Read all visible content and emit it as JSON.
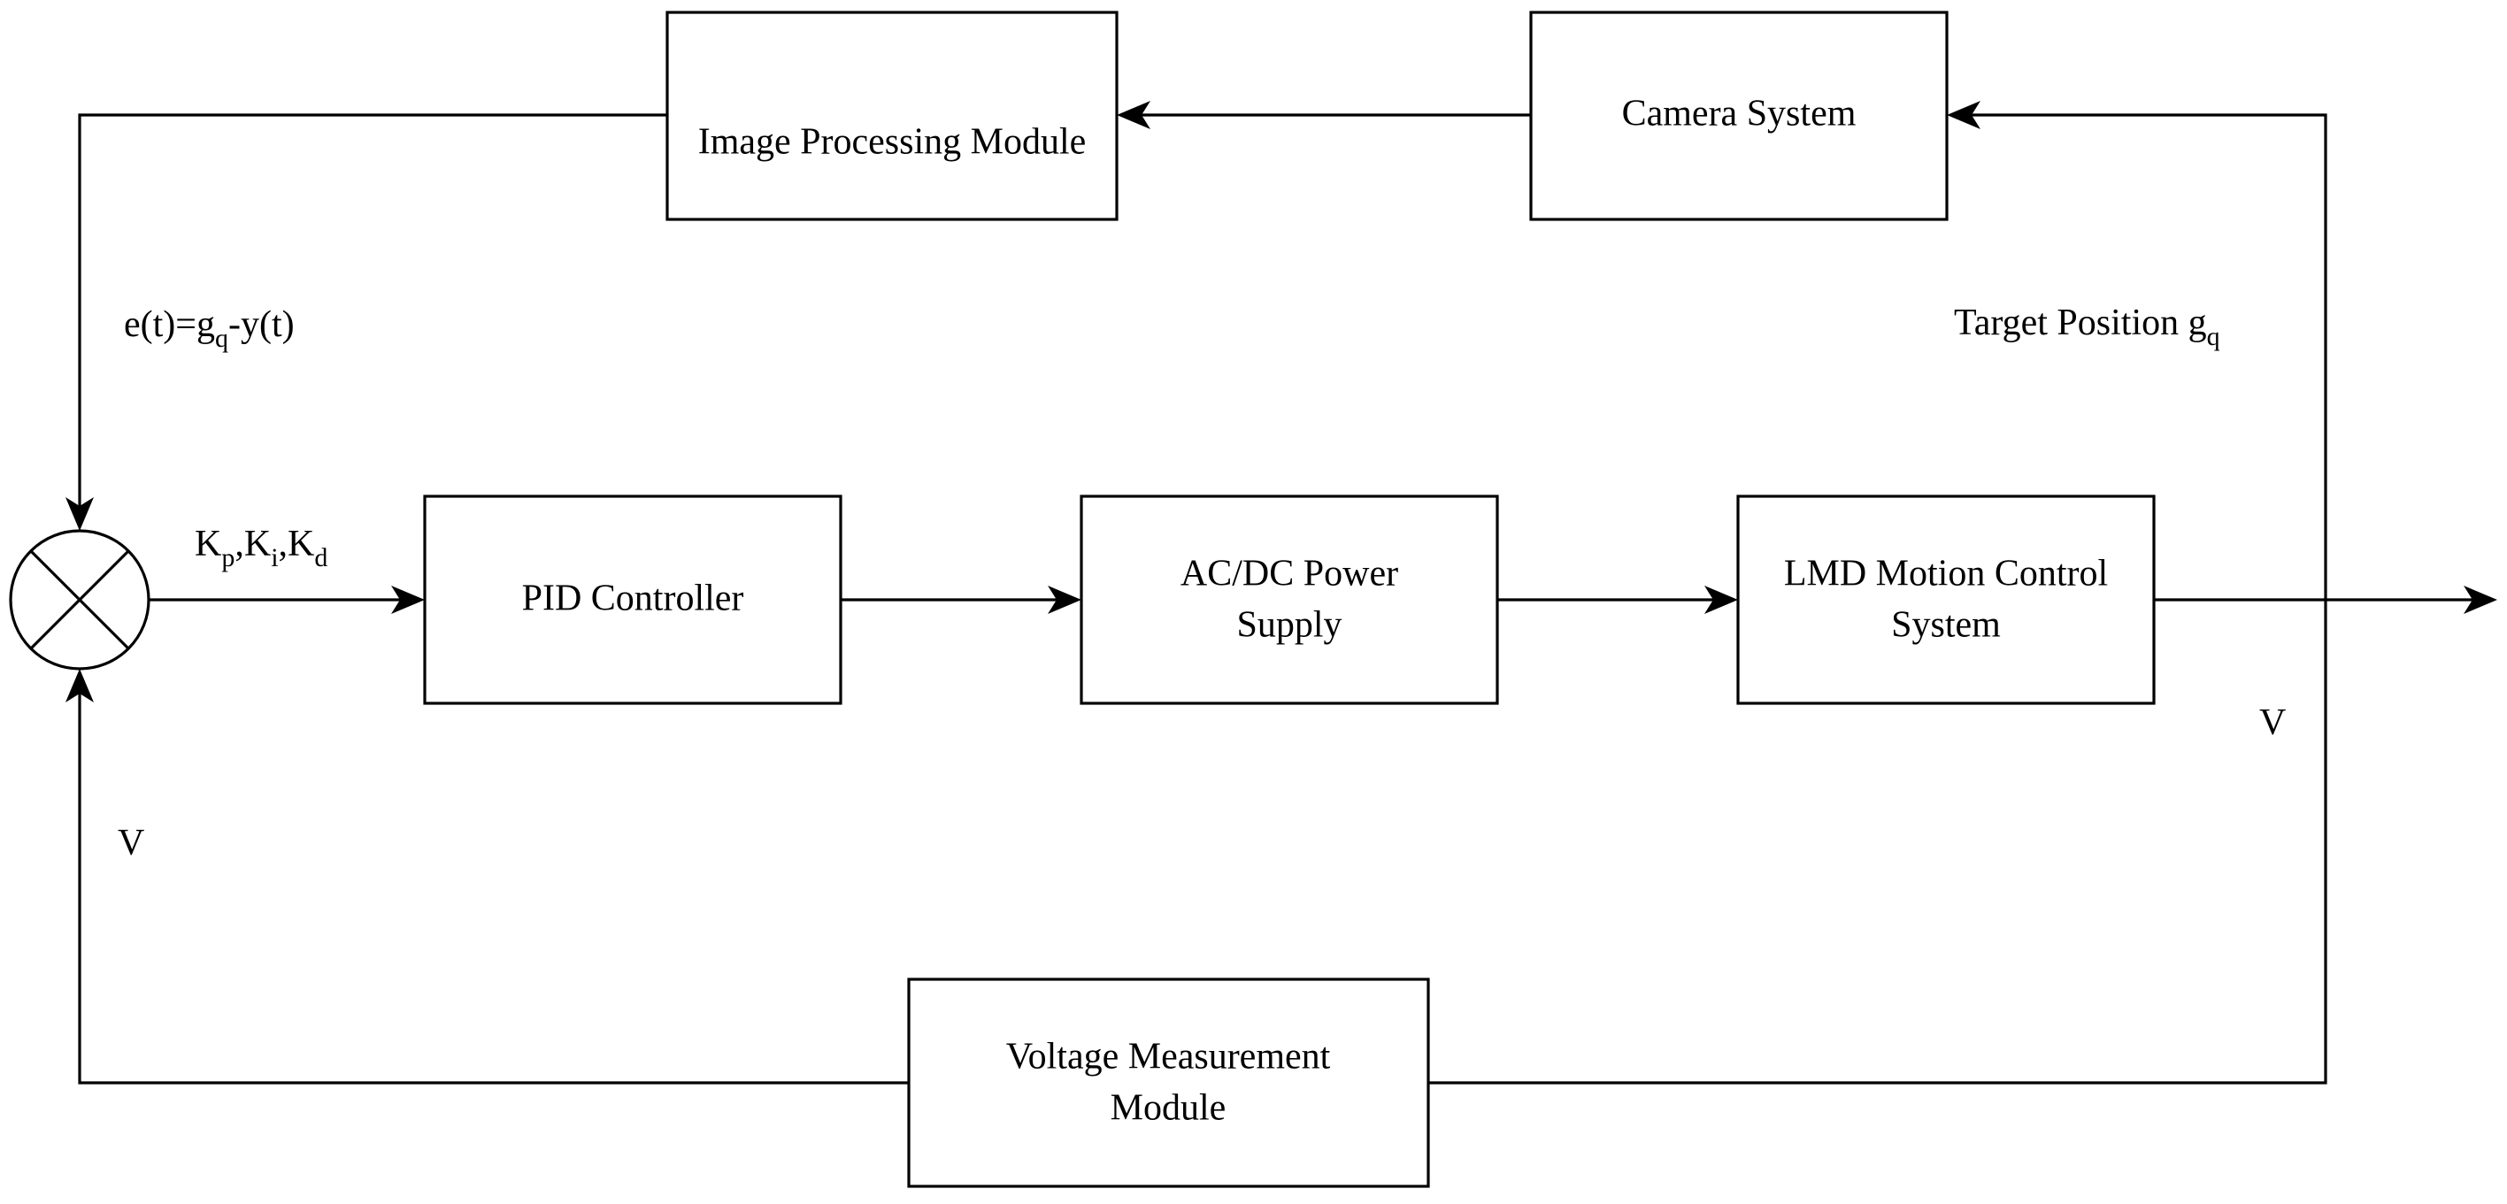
{
  "blocks": {
    "image_processing": {
      "lines": [
        "Image Processing Module"
      ]
    },
    "camera": {
      "lines": [
        "Camera System"
      ]
    },
    "pid": {
      "lines": [
        "PID Controller"
      ]
    },
    "power": {
      "lines": [
        "AC/DC Power",
        "Supply"
      ]
    },
    "lmd": {
      "lines": [
        "LMD Motion Control",
        "System"
      ]
    },
    "voltage": {
      "lines": [
        "Voltage Measurement",
        "Module"
      ]
    }
  },
  "labels": {
    "error": {
      "prefix": "e(t)=g",
      "sub": "q",
      "suffix": "-y(t)"
    },
    "gains": {
      "k1": "K",
      "s1": "p",
      "k2": ",K",
      "s2": "i",
      "k3": ",K",
      "s3": "d"
    },
    "target": {
      "text": "Target Position g",
      "sub": "q"
    },
    "v_right": "V",
    "v_left": "V"
  },
  "colors": {
    "stroke": "#000000",
    "fill": "#ffffff"
  }
}
